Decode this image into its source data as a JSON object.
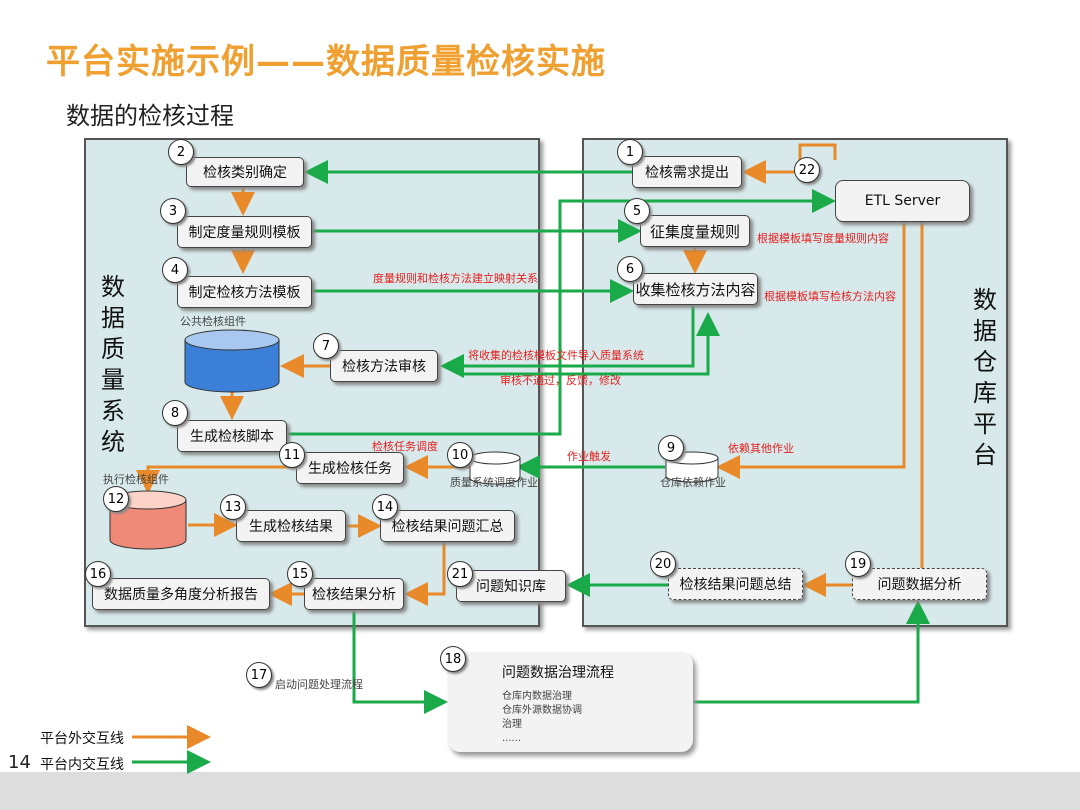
{
  "title": "平台实施示例——数据质量检核实施",
  "subtitle": "数据的检核过程",
  "colors": {
    "external_line": "#e8892a",
    "internal_line": "#1aaa4a",
    "panel": "#d7e9ea",
    "annotation": "#e52020"
  },
  "left_panel_label": "数据质量系统",
  "right_panel_label": "数据仓库平台",
  "steps": {
    "s1": {
      "num": "1",
      "label": "检核需求提出"
    },
    "s2": {
      "num": "2",
      "label": "检核类别确定"
    },
    "s3": {
      "num": "3",
      "label": "制定度量规则模板"
    },
    "s4": {
      "num": "4",
      "label": "制定检核方法模板"
    },
    "s5": {
      "num": "5",
      "label": "征集度量规则"
    },
    "s6": {
      "num": "6",
      "label": "收集检核方法内容"
    },
    "s7": {
      "num": "7",
      "label": "检核方法审核"
    },
    "s8": {
      "num": "8",
      "label": "生成检核脚本"
    },
    "s9": {
      "num": "9",
      "label": "仓库依赖作业"
    },
    "s10": {
      "num": "10",
      "label": "质量系统调度作业"
    },
    "s11": {
      "num": "11",
      "label": "生成检核任务"
    },
    "s12": {
      "num": "12",
      "label": "执行检核组件"
    },
    "s13": {
      "num": "13",
      "label": "生成检核结果"
    },
    "s14": {
      "num": "14",
      "label": "检核结果问题汇总"
    },
    "s15": {
      "num": "15",
      "label": "检核结果分析"
    },
    "s16": {
      "num": "16",
      "label": "数据质量多角度分析报告"
    },
    "s17": {
      "num": "17",
      "label": "启动问题处理流程"
    },
    "s18": {
      "num": "18",
      "label": "问题数据治理流程",
      "lines": [
        "仓库内数据治理",
        "仓库外源数据协调",
        "治理",
        "......"
      ]
    },
    "s19": {
      "num": "19",
      "label": "问题数据分析"
    },
    "s20": {
      "num": "20",
      "label": "检核结果问题总结"
    },
    "s21": {
      "num": "21",
      "label": "问题知识库"
    },
    "s22": {
      "num": "22"
    }
  },
  "etl_server": "ETL Server",
  "common_component": "公共检核组件",
  "annotations": {
    "mapping": "度量规则和检核方法建立映射关系",
    "fill_rules": "根据模板填写度量规则内容",
    "fill_methods": "根据模板填写检核方法内容",
    "import": "将收集的检核模板文件导入质量系统",
    "reject": "审核不通过，反馈，修改",
    "schedule": "检核任务调度",
    "trigger": "作业触发",
    "depend": "依赖其他作业"
  },
  "legend": {
    "external": "平台外交互线",
    "internal": "平台内交互线"
  },
  "page_number": "14"
}
